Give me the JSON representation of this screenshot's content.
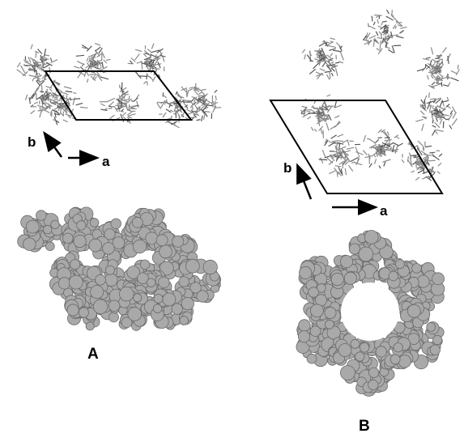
{
  "panels": [
    {
      "label": "A",
      "axis_a": "a",
      "axis_b": "b"
    },
    {
      "label": "B",
      "axis_a": "a",
      "axis_b": "b"
    }
  ],
  "colors": {
    "stick": "#8a8a8a",
    "stick_dark": "#555555",
    "sphere_fill": "#a9a9a9",
    "sphere_stroke": "#6a6a6a",
    "cell_outline": "#000000",
    "background": "#ffffff"
  }
}
